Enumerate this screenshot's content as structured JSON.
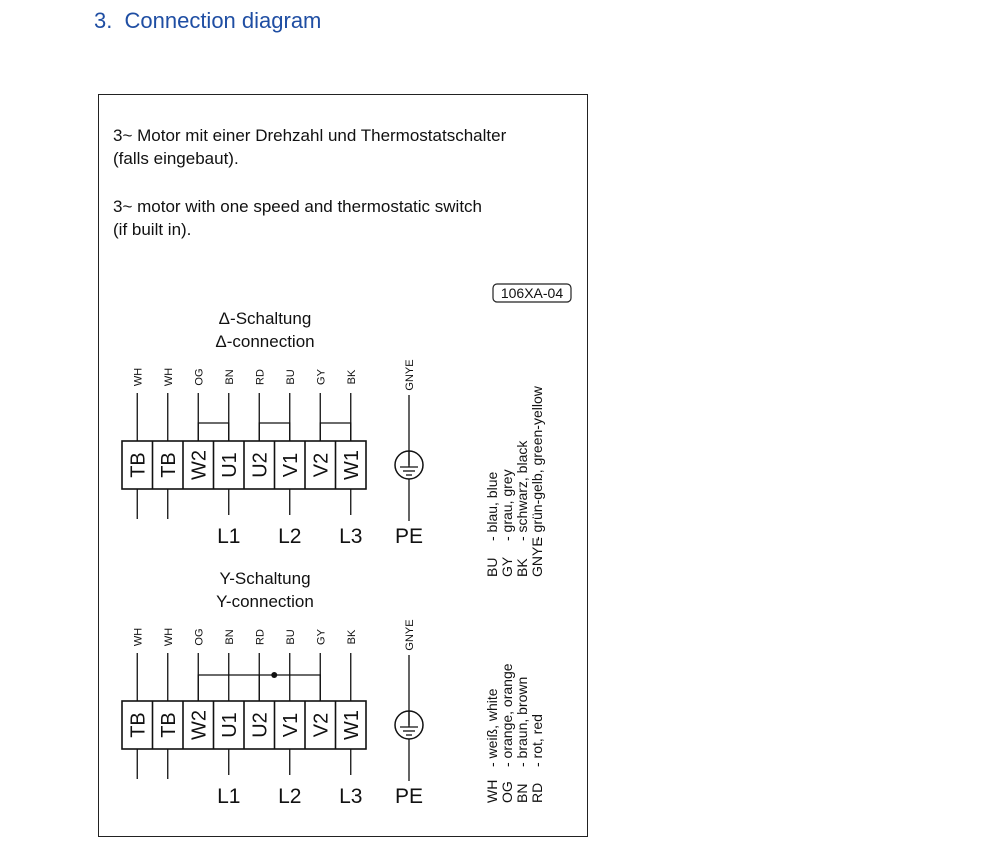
{
  "section": {
    "number": "3.",
    "title": "Connection diagram"
  },
  "description": {
    "de_line1": "3~ Motor mit einer Drehzahl und Thermostatschalter",
    "de_line2": "(falls eingebaut).",
    "en_line1": "3~ motor with one speed and thermostatic switch",
    "en_line2": "(if built in)."
  },
  "diagram_code": "106XA-04",
  "delta": {
    "title_de": "Δ-Schaltung",
    "title_en": "Δ-connection",
    "wire_colors": [
      "WH",
      "WH",
      "OG",
      "BN",
      "RD",
      "BU",
      "GY",
      "BK"
    ],
    "terminals": [
      "TB",
      "TB",
      "W2",
      "U1",
      "U2",
      "V1",
      "V2",
      "W1"
    ],
    "ground_color": "GNYE",
    "lines": [
      "L1",
      "L2",
      "L3"
    ],
    "pe": "PE"
  },
  "star": {
    "title_de": "Y-Schaltung",
    "title_en": "Y-connection",
    "wire_colors": [
      "WH",
      "WH",
      "OG",
      "BN",
      "RD",
      "BU",
      "GY",
      "BK"
    ],
    "terminals": [
      "TB",
      "TB",
      "W2",
      "U1",
      "U2",
      "V1",
      "V2",
      "W1"
    ],
    "ground_color": "GNYE",
    "lines": [
      "L1",
      "L2",
      "L3"
    ],
    "pe": "PE"
  },
  "legend": [
    {
      "code": "BU",
      "text": "- blau, blue"
    },
    {
      "code": "GY",
      "text": "- grau, grey"
    },
    {
      "code": "BK",
      "text": "- schwarz, black"
    },
    {
      "code": "GNYE",
      "text": "- grün-gelb, green-yellow"
    },
    {
      "code": "WH",
      "text": "- weiß, white"
    },
    {
      "code": "OG",
      "text": "- orange, orange"
    },
    {
      "code": "BN",
      "text": "- braun, brown"
    },
    {
      "code": "RD",
      "text": "- rot, red"
    }
  ]
}
